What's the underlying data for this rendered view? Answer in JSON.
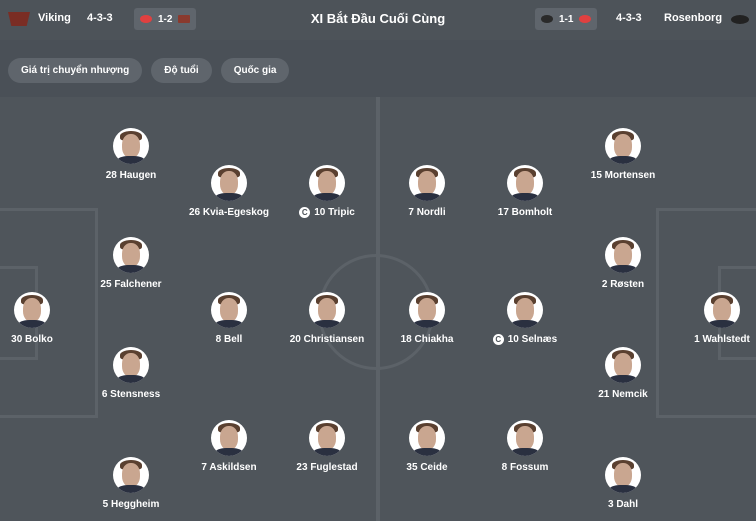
{
  "header": {
    "title": "XI Bắt Đầu Cuối Cùng",
    "home": {
      "name": "Viking",
      "formation": "4-3-3",
      "last_result": "1-2"
    },
    "away": {
      "name": "Rosenborg",
      "formation": "4-3-3",
      "last_result": "1-1"
    }
  },
  "filters": [
    {
      "label": "Giá trị chuyển nhượng"
    },
    {
      "label": "Độ tuổi"
    },
    {
      "label": "Quốc gia"
    }
  ],
  "captain_mark": "C",
  "home_players": [
    {
      "number": "28",
      "name": "Haugen",
      "label": "28 Haugen"
    },
    {
      "number": "26",
      "name": "Kvia-Egeskog",
      "label": "26 Kvia-Egeskog"
    },
    {
      "number": "10",
      "name": "Tripic",
      "label": "10 Tripic",
      "captain": true
    },
    {
      "number": "25",
      "name": "Falchener",
      "label": "25 Falchener"
    },
    {
      "number": "30",
      "name": "Bolko",
      "label": "30 Bolko"
    },
    {
      "number": "8",
      "name": "Bell",
      "label": "8 Bell"
    },
    {
      "number": "20",
      "name": "Christiansen",
      "label": "20 Christiansen"
    },
    {
      "number": "6",
      "name": "Stensness",
      "label": "6 Stensness"
    },
    {
      "number": "7",
      "name": "Askildsen",
      "label": "7 Askildsen"
    },
    {
      "number": "23",
      "name": "Fuglestad",
      "label": "23 Fuglestad"
    },
    {
      "number": "5",
      "name": "Heggheim",
      "label": "5 Heggheim"
    }
  ],
  "away_players": [
    {
      "number": "7",
      "name": "Nordli",
      "label": "7 Nordli"
    },
    {
      "number": "17",
      "name": "Bomholt",
      "label": "17 Bomholt"
    },
    {
      "number": "15",
      "name": "Mortensen",
      "label": "15 Mortensen"
    },
    {
      "number": "2",
      "name": "Røsten",
      "label": "2 Røsten"
    },
    {
      "number": "18",
      "name": "Chiakha",
      "label": "18 Chiakha"
    },
    {
      "number": "10",
      "name": "Selnæs",
      "label": "10 Selnæs",
      "captain": true
    },
    {
      "number": "1",
      "name": "Wahlstedt",
      "label": "1 Wahlstedt"
    },
    {
      "number": "21",
      "name": "Nemcik",
      "label": "21 Nemcik"
    },
    {
      "number": "35",
      "name": "Ceide",
      "label": "35 Ceide"
    },
    {
      "number": "8",
      "name": "Fossum",
      "label": "8 Fossum"
    },
    {
      "number": "3",
      "name": "Dahl",
      "label": "3 Dahl"
    }
  ]
}
